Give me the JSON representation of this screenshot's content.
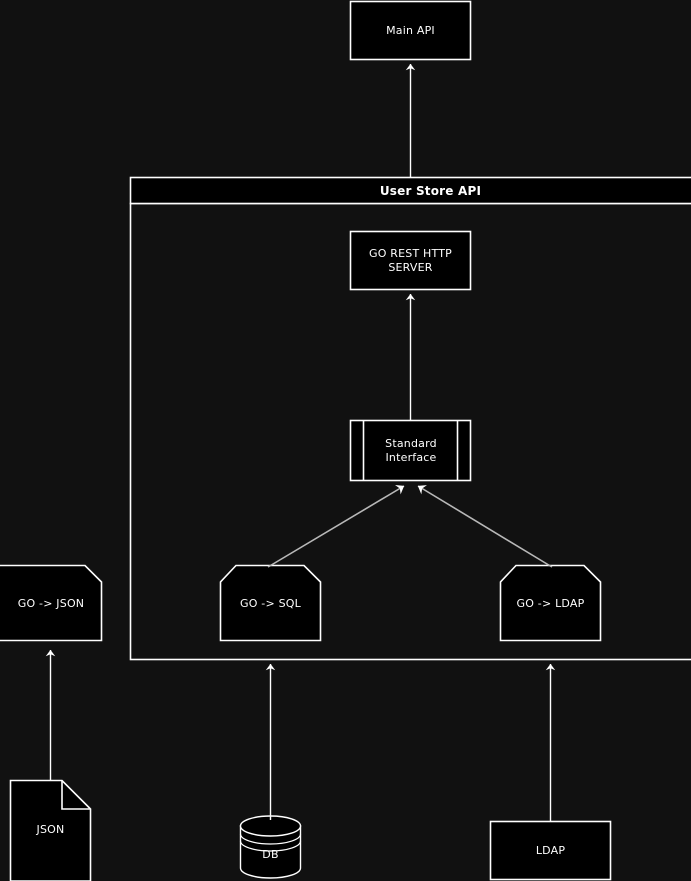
{
  "diagram": {
    "title": "User Store API",
    "background_color": "#111111",
    "node_fill_color": "#000000",
    "stroke_color": "#ffffff",
    "arrow_color": "#cccccc",
    "container": {
      "label": "User Store API",
      "type": "package"
    },
    "nodes": [
      {
        "id": "main-api",
        "label": "Main API",
        "shape": "rectangle"
      },
      {
        "id": "go-rest-http-server",
        "label": "GO REST HTTP\nSERVER",
        "shape": "rectangle"
      },
      {
        "id": "standard-interface",
        "label": "Standard\nInterface",
        "shape": "module"
      },
      {
        "id": "go-json",
        "label": "GO -> JSON",
        "shape": "pentagon"
      },
      {
        "id": "go-sql",
        "label": "GO -> SQL",
        "shape": "pentagon"
      },
      {
        "id": "go-ldap",
        "label": "GO -> LDAP",
        "shape": "pentagon"
      },
      {
        "id": "json",
        "label": "JSON",
        "shape": "document"
      },
      {
        "id": "db",
        "label": "DB",
        "shape": "cylinder"
      },
      {
        "id": "ldap",
        "label": "LDAP",
        "shape": "rectangle"
      }
    ],
    "edges": [
      {
        "from": "user-store-api",
        "to": "main-api",
        "style": "arrow-up"
      },
      {
        "from": "standard-interface",
        "to": "go-rest-http-server",
        "style": "arrow-up"
      },
      {
        "from": "go-sql",
        "to": "standard-interface",
        "style": "arrow-diagonal"
      },
      {
        "from": "go-ldap",
        "to": "standard-interface",
        "style": "arrow-diagonal"
      },
      {
        "from": "json",
        "to": "go-json",
        "style": "arrow-up"
      },
      {
        "from": "db",
        "to": "go-sql",
        "style": "arrow-up"
      },
      {
        "from": "ldap",
        "to": "go-ldap",
        "style": "arrow-up"
      }
    ]
  }
}
